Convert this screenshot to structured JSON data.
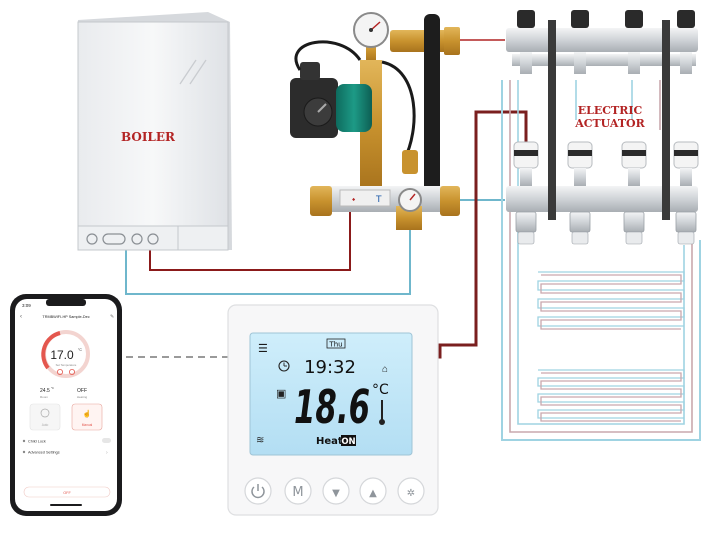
{
  "boiler": {
    "label": "BOILER"
  },
  "actuator": {
    "line1": "ELECTRIC",
    "line2": "ACTUATOR"
  },
  "colors": {
    "hot_pipe": "#8b1a1a",
    "cold_pipe": "#6fb7cc",
    "boiler_label": "#b32424",
    "actuator_label": "#b32424",
    "lcd": "#bfe6f7"
  },
  "phone": {
    "status_time": "3:09",
    "header_title": "TRMBWIFI-HP Sample-Dec",
    "set_temp": "17.0",
    "set_temp_unit": "°C",
    "set_temp_caption": "Set Temperature",
    "room_temp": "24.5",
    "room_temp_unit": "°C",
    "room_caption": "Room",
    "heating_value": "OFF",
    "heating_caption": "Heating",
    "mode_auto": "Auto",
    "mode_manual": "Manual",
    "child_lock": "Child Lock",
    "advanced_settings": "Advanced Settings",
    "off_button": "OFF"
  },
  "thermostat": {
    "day": "Thu",
    "time": "19:32",
    "temperature": "18.6",
    "unit": "°C",
    "mode_word": "Heat",
    "mode_state": "ON",
    "buttons": [
      {
        "name": "power-button",
        "icon": "power-icon"
      },
      {
        "name": "mode-button",
        "icon": "m-letter-icon",
        "glyph": "M"
      },
      {
        "name": "down-button",
        "icon": "triangle-down-icon",
        "glyph": "▼"
      },
      {
        "name": "up-button",
        "icon": "triangle-up-icon",
        "glyph": "▲"
      },
      {
        "name": "fan-button",
        "icon": "fan-icon",
        "glyph": "✲"
      }
    ]
  }
}
